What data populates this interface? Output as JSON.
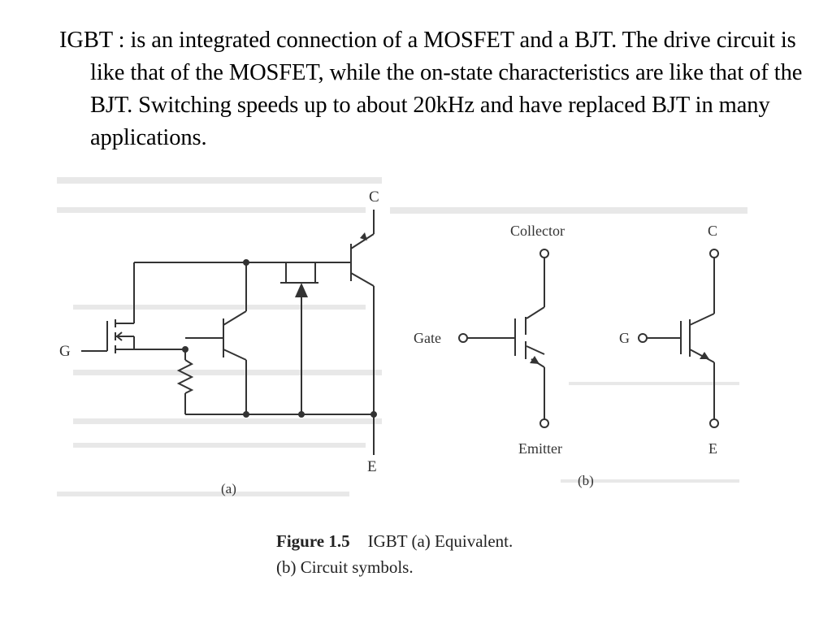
{
  "slide": {
    "body_text": "IGBT : is an integrated connection of a MOSFET and a BJT. The drive circuit is like that of the MOSFET, while the on-state characteristics are like that of the BJT. Switching speeds up to about 20kHz and have replaced BJT in many applications."
  },
  "figure": {
    "equivalent": {
      "collector_label": "C",
      "gate_label": "G",
      "emitter_label": "E",
      "panel_label": "(a)"
    },
    "symbols": {
      "collector_word": "Collector",
      "gate_word": "Gate",
      "emitter_word": "Emitter",
      "c_letter": "C",
      "g_letter": "G",
      "e_letter": "E",
      "panel_label": "(b)"
    },
    "caption": {
      "number": "Figure 1.5",
      "line1": "IGBT (a) Equivalent.",
      "line2": "(b) Circuit symbols."
    }
  }
}
